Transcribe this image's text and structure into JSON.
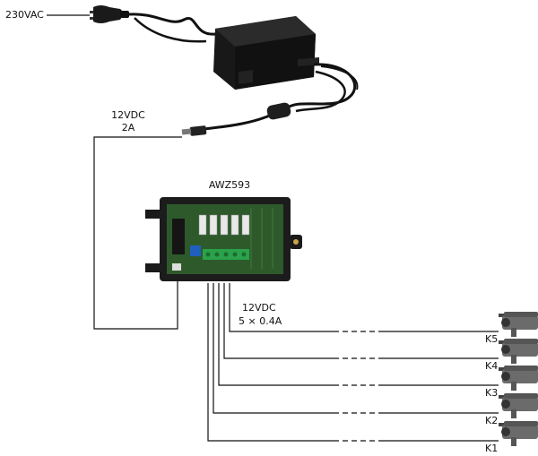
{
  "input": {
    "ac_label": "230VAC"
  },
  "supply": {
    "voltage": "12VDC",
    "current": "2A"
  },
  "module": {
    "model": "AWZ593"
  },
  "output": {
    "voltage": "12VDC",
    "spec": "5 × 0.4A"
  },
  "cameras": [
    {
      "label": "K5"
    },
    {
      "label": "K4"
    },
    {
      "label": "K3"
    },
    {
      "label": "K2"
    },
    {
      "label": "K1"
    }
  ],
  "colors": {
    "wire": "#111111",
    "board": "#2e5a2b",
    "terminal": "#2aa24a",
    "jumper": "#1f5fbf",
    "housing": "#1c1c1c"
  }
}
